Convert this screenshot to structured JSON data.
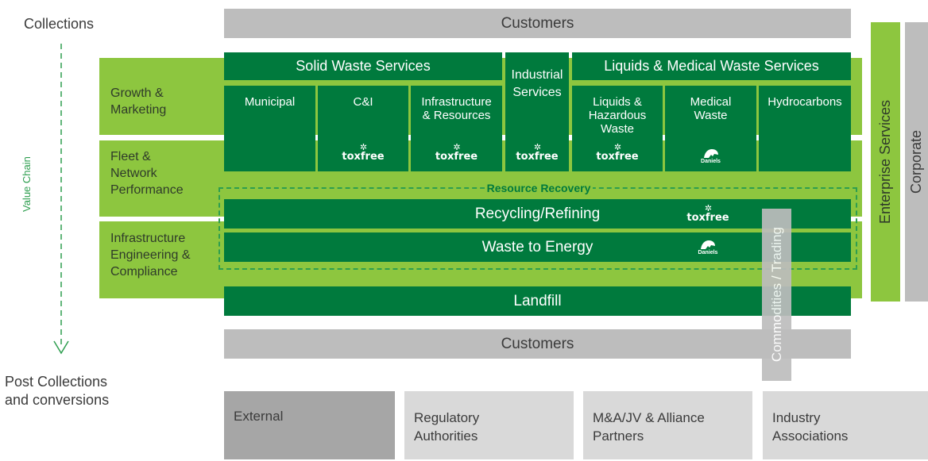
{
  "left": {
    "collections": "Collections",
    "value_chain": "Value Chain",
    "post_collections": "Post Collections",
    "and_conversions": "and conversions"
  },
  "rows": {
    "growth_marketing": [
      "Growth &",
      "Marketing"
    ],
    "fleet_network": [
      "Fleet &",
      "Network",
      "Performance"
    ],
    "infrastructure": [
      "Infrastructure",
      "Engineering &",
      "Compliance"
    ]
  },
  "customers_top": "Customers",
  "customers_bottom": "Customers",
  "services": {
    "solid_waste": "Solid Waste Services",
    "industrial": [
      "Industrial",
      "Services"
    ],
    "liquids_medical": "Liquids & Medical Waste Services",
    "sub": {
      "municipal": "Municipal",
      "cai": "C&I",
      "infrastructure": [
        "Infrastructure",
        "& Resources"
      ],
      "liquids_hazardous": [
        "Liquids &",
        "Hazardous",
        "Waste"
      ],
      "medical": [
        "Medical",
        "Waste"
      ],
      "hydrocarbons": "Hydrocarbons"
    }
  },
  "brands": {
    "toxfree": "toxfree",
    "daniels": "Daniels"
  },
  "resource_recovery": "Resource Recovery",
  "recycling": "Recycling/Refining",
  "waste_to_energy": "Waste to Energy",
  "landfill": "Landfill",
  "commodities": "Commodities / Trading",
  "enterprise": "Enterprise Services",
  "corporate": "Corporate",
  "stakeholders": {
    "external": "External",
    "regulatory": [
      "Regulatory",
      "Authorities"
    ],
    "ma": [
      "M&A/JV & Alliance",
      "Partners"
    ],
    "industry": [
      "Industry",
      "Associations"
    ]
  },
  "colors": {
    "dark_green": "#007a3d",
    "light_green": "#8dc63f",
    "grey": "#bdbdbd",
    "light_grey": "#d9d9d9",
    "mid_grey": "#a6a6a6"
  }
}
